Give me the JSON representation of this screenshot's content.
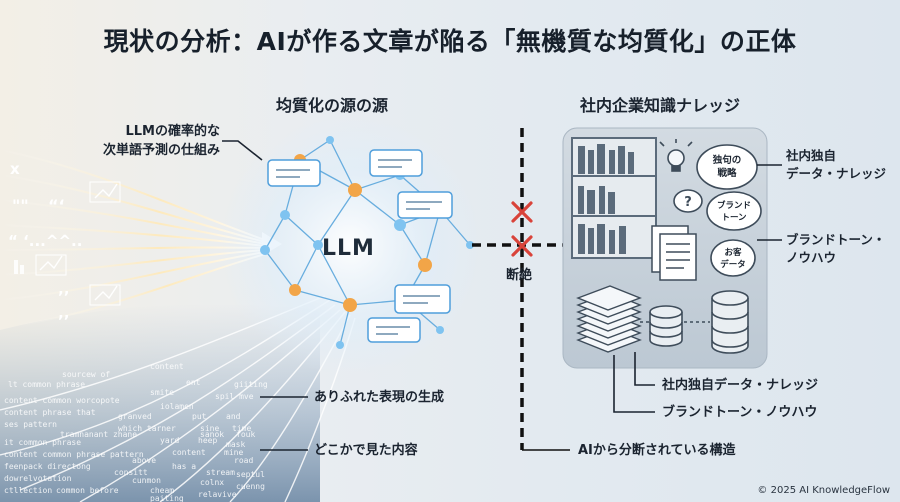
{
  "title": "現状の分析：AIが作る文章が陥る「無機質な均質化」の正体",
  "left_heading": "均質化の源の源",
  "right_heading": "社内企業知識ナレッジ",
  "llm_label": "LLM",
  "mechanism_label": [
    "LLMの確率的な",
    "次単語予測の仕組み"
  ],
  "output_labels": {
    "generic_expression": "ありふれた表現の生成",
    "seen_content": "どこかで見た内容"
  },
  "disconnect_label": "断絶",
  "structure_label": "AIから分断されている構造",
  "knowledge_labels": {
    "proprietary_data": [
      "社内独自",
      "データ・ナレッジ"
    ],
    "brand_tone": [
      "ブランドトーン・",
      "ノウハウ"
    ],
    "bottom_data": "社内独自データ・ナレッジ",
    "bottom_brand": "ブランドトーン・ノウハウ"
  },
  "bubble_texts": {
    "strategy": [
      "独句の",
      "戦略"
    ],
    "brand": [
      "ブランド",
      "トーン"
    ],
    "customer": [
      "お客",
      "データ"
    ],
    "question": "?"
  },
  "stream_symbols": [
    "x",
    "“‘",
    "“ ‘...^^..",
    "\"\"",
    "’’",
    "’’"
  ],
  "noise_text": [
    "sourcew of",
    "lt common phrase",
    "content common worcopote",
    "content phrase that",
    "ses pattern",
    "it common phrase",
    "content common phrase pattern",
    "feenpack directong",
    "dowrelvotation",
    "ctllection",
    "common before",
    "content",
    "smite",
    "spil mve",
    "iolamen",
    "granved",
    "which tarner",
    "yard",
    "heep",
    "mine",
    "tramnanant zhane",
    "content",
    "mask",
    "above",
    "road",
    "consitt",
    "has a",
    "stream",
    "cunmon",
    "colnx",
    "cheam",
    "paiting",
    "relavive",
    "put",
    "and",
    "sine",
    "time",
    "sanok",
    "fouk",
    "ent",
    "septul",
    "cuenng",
    "giiting"
  ],
  "copyright": "© 2025 AI KnowledgeFlow",
  "colors": {
    "accent_blue": "#58a9e3",
    "node_orange": "#f2a548",
    "cross_red": "#d9433a",
    "panel_gray": "#c7d1da"
  }
}
